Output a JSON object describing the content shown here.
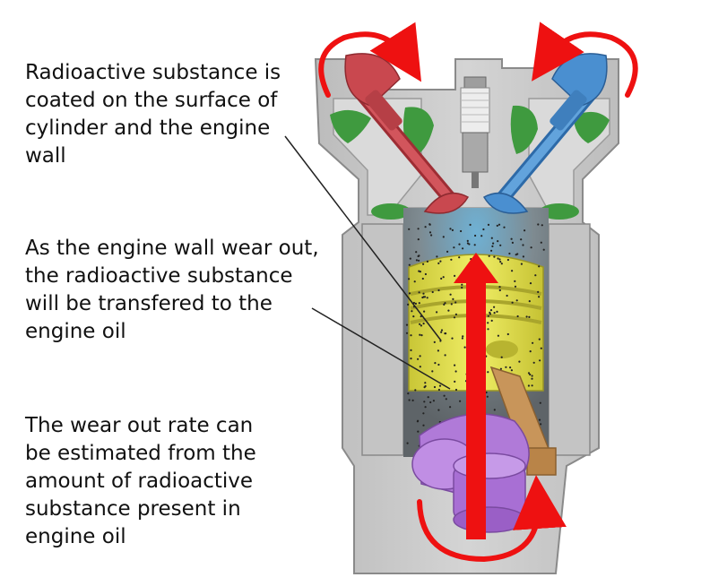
{
  "labels": {
    "coating": "Radioactive substance is\ncoated on the surface of\ncylinder and the engine\nwall",
    "transfer": "As the engine wall wear out,\nthe radioactive substance\nwill be transfered to the\nengine oil",
    "estimate": "The wear out rate can\nbe estimated from the\namount of radioactive\nsubstance present in\nengine oil"
  },
  "colors": {
    "block": "#c9c9c9",
    "coolant": "#3f9a3f",
    "intake_valve": "#c9484f",
    "exhaust_valve": "#4a8fd0",
    "piston": "#e4e24a",
    "crank": "#b07ad8",
    "conrod": "#c8955a",
    "arrows": "#ee1111",
    "particles": "#222222"
  },
  "icons": [
    "intake-valve",
    "exhaust-valve",
    "spark-plug",
    "piston",
    "connecting-rod",
    "crankshaft",
    "rotation-arrow",
    "stroke-arrow"
  ]
}
